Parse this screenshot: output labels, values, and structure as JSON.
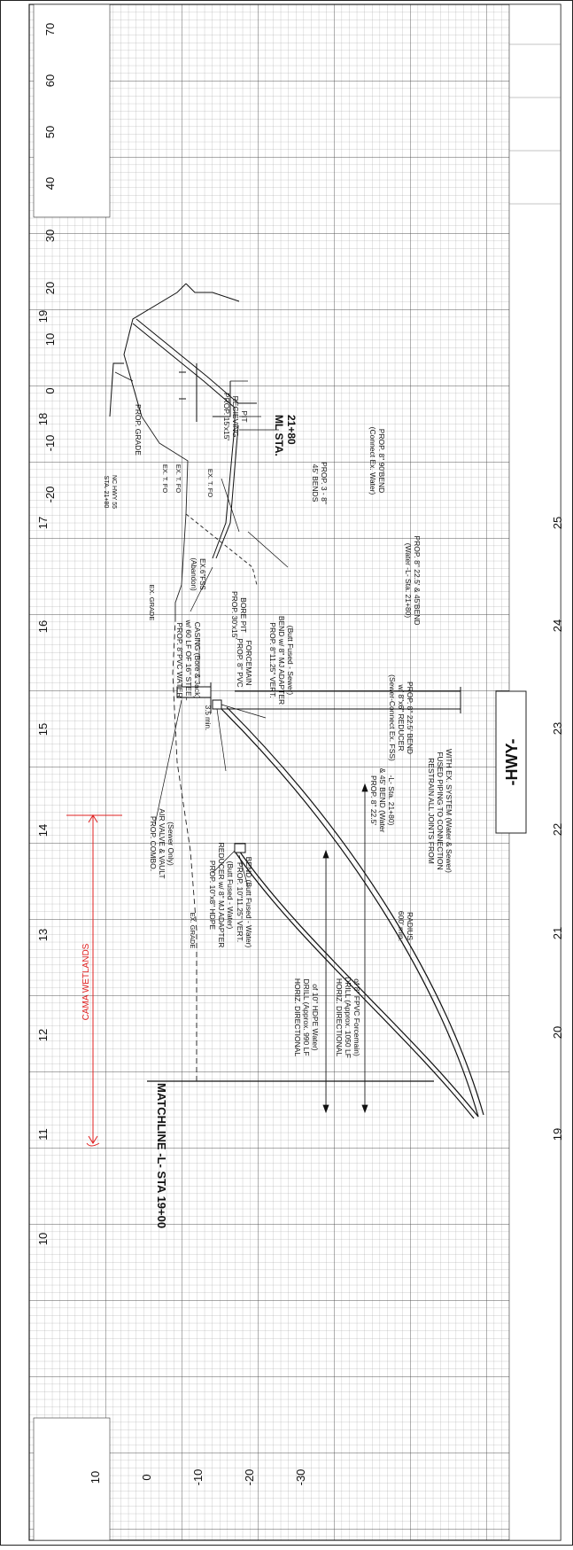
{
  "drawing": {
    "sheet_name": "-HWY-",
    "matchline": "MATCHLINE -L- STA 19+00",
    "station_numbers": [
      "10",
      "11",
      "12",
      "13",
      "14",
      "15",
      "16",
      "17",
      "18",
      "19"
    ],
    "station_numbers_bottom": [
      "19",
      "20",
      "21",
      "22",
      "23",
      "24",
      "25"
    ],
    "elevation_right": [
      "70",
      "60",
      "50",
      "40",
      "30",
      "20",
      "10",
      "0",
      "-10",
      "-20"
    ],
    "elevation_left": [
      "10",
      "0",
      "-10",
      "-20",
      "-30"
    ],
    "wetlands_label": "CAMA WETLANDS",
    "wetlands_color": "#e02020",
    "ml_station": [
      "ML STA.",
      "21+80"
    ],
    "labels": {
      "combo_valve": [
        "PROP. COMBO.",
        "AIR VALVE & VAULT",
        "(Sewer Only)"
      ],
      "ex_grade_left": "EX. GRADE",
      "hdpe_reducer": [
        "PROP. 10\"x8\" HDPE",
        "REDUCER w/ 8\" MJ ADAPTER",
        "(Butt Fused - Water)"
      ],
      "vert_bend_water": [
        "PROP. 10\"11.25\" VERT.",
        "BEND (Butt Fused - Water)"
      ],
      "hdd_water": [
        "HORIZ. DIRECTIONAL",
        "DRILL (Approx. 990 LF",
        "of 10\" HDPE Water)"
      ],
      "hdd_sewer": [
        "HORIZ. DIRECTIONAL",
        "DRILL (Approx. 1050 LF",
        "of 8\" FPVC Forcemain)"
      ],
      "radius": [
        "600' min.",
        "RADIUS"
      ],
      "bend_45_water": [
        "PROP. 8\" 22.5'",
        "& 45' BEND (Water",
        "-L- Sta. 21+80)"
      ],
      "restrain": [
        "RESTRAIN ALL JOINTS FROM",
        "FUSED PIPING TO CONNECTION",
        "WITH EX. SYSTEM (Water & Sewer)"
      ],
      "min_cover": "3.5 min.",
      "bend_22_sewer": [
        "PROP. 8\" 22.5' BEND",
        "w/ 8\"x6\" REDUCER",
        "(Sewer-Connect Ex. FSS)"
      ],
      "pvc_water": [
        "PROP. 8\"PVC WATER",
        "w/ 60 LF OF 16\" STEEL",
        "CASING (Bore & Jack)"
      ],
      "pvc_forcemain": [
        "PROP. 8\" PVC",
        "FORCEMAIN"
      ],
      "vert_bend_sewer": [
        "PROP. 8\"11.25\" VERT.",
        "BEND w/ 8\" MJ ADAPTER",
        "(Butt Fused - Sewer)"
      ],
      "bore_pit": [
        "PROP. 30'x15'",
        "BORE PIT"
      ],
      "ex_grade_right": "EX. GRADE",
      "ex_fss": [
        "EX.6\"FSS",
        "(Abandon)"
      ],
      "bend_45_water2": [
        "PROP. 8\" 22.5' & 45'BEND",
        "(Water -L- Sta. 21+80)"
      ],
      "ex_tfo_1": "EX. T. FO",
      "ex_tfo_2": "EX. T. FO",
      "ex_tfo_3": "EX. T. FO",
      "nc_hwy": [
        "NC HWY 55",
        "STA. 21+80"
      ],
      "prop_grade": "PROP. GRADE",
      "receiving_pit": [
        "PROP. 15'x15'",
        "RECIEVING",
        "PIT"
      ],
      "bends_45": [
        "PROP. 3 - 8\"",
        "45' BENDS"
      ],
      "bend_90": [
        "PROP. 8\" 90'BEND",
        "(Connect Ex. Water)"
      ]
    }
  }
}
